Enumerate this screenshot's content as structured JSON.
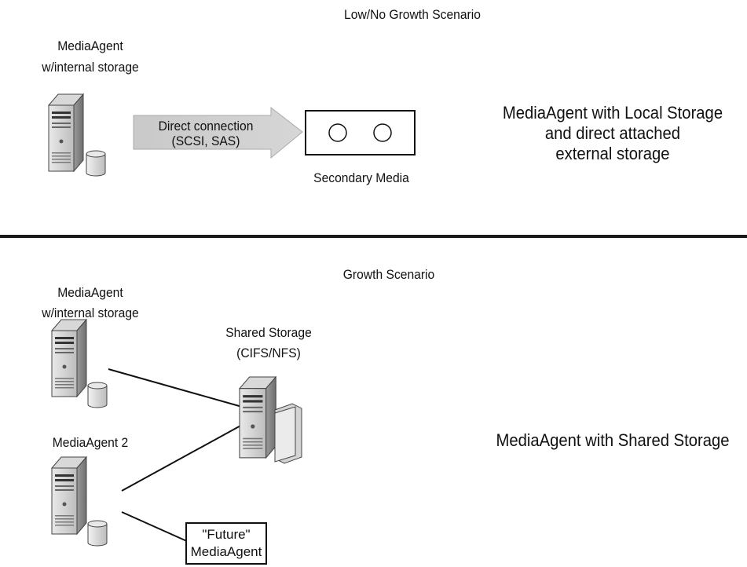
{
  "top": {
    "scenario_title": "Low/No Growth Scenario",
    "mediaagent_label": [
      "MediaAgent",
      "w/internal storage"
    ],
    "arrow_label": [
      "Direct connection",
      "(SCSI, SAS)"
    ],
    "secondary_media_label": "Secondary Media",
    "description": [
      "MediaAgent with Local Storage",
      "and direct attached",
      "external storage"
    ]
  },
  "bottom": {
    "scenario_title": "Growth Scenario",
    "mediaagent_label": [
      "MediaAgent",
      "w/internal storage"
    ],
    "shared_storage_label": [
      "Shared Storage",
      "(CIFS/NFS)"
    ],
    "mediaagent2_label": "MediaAgent 2",
    "future_label": [
      "\"Future\"",
      "MediaAgent"
    ],
    "description": "MediaAgent with Shared Storage"
  },
  "icons": [
    "server-icon",
    "disk-cylinder-icon",
    "folder-icon",
    "arrow-icon",
    "tape-media-icon"
  ]
}
